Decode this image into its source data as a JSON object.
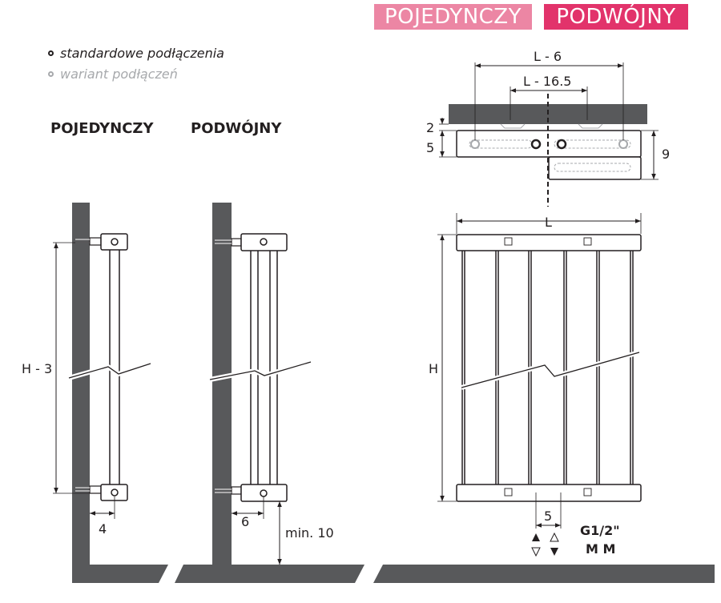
{
  "header": {
    "tag_single": "POJEDYNCZY",
    "tag_double": "PODWÓJNY",
    "tag_single_color": "#ec86a4",
    "tag_double_color": "#e2336b"
  },
  "legend": {
    "standard": "standardowe podłączenia",
    "variant": "wariant podłączeń"
  },
  "columns": {
    "single_title": "POJEDYNCZY",
    "double_title": "PODWÓJNY"
  },
  "dimensions": {
    "h_minus_3": "H - 3",
    "offset_single": "4",
    "offset_double": "6",
    "min_floor": "min. 10",
    "l_minus_6": "L - 6",
    "l_minus_16_5": "L - 16.5",
    "top_gap": "2",
    "bracket_height": "5",
    "depth": "9",
    "length": "L",
    "height": "H",
    "pipe_spacing": "5",
    "thread": "G1/2\"",
    "thread_type": "M M"
  },
  "colors": {
    "wall": "#58595b",
    "line": "#231f20",
    "variant": "#a7a9ac"
  }
}
